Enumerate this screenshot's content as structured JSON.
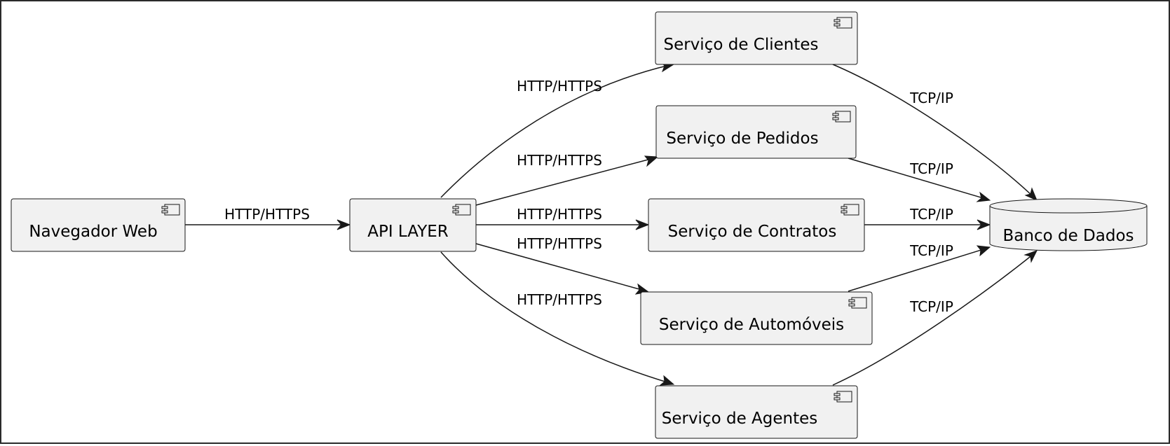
{
  "diagram": {
    "nodes": {
      "browser": {
        "label": "Navegador Web",
        "kind": "component"
      },
      "api": {
        "label": "API LAYER",
        "kind": "component"
      },
      "clientes": {
        "label": "Serviço de Clientes",
        "kind": "component"
      },
      "pedidos": {
        "label": "Serviço de Pedidos",
        "kind": "component"
      },
      "contratos": {
        "label": "Serviço de Contratos",
        "kind": "component"
      },
      "automoveis": {
        "label": "Serviço de Automóveis",
        "kind": "component"
      },
      "agentes": {
        "label": "Serviço de Agentes",
        "kind": "component"
      },
      "database": {
        "label": "Banco de Dados",
        "kind": "database"
      }
    },
    "edges": [
      {
        "id": "browser-api",
        "from": "browser",
        "to": "api",
        "label": "HTTP/HTTPS"
      },
      {
        "id": "api-clientes",
        "from": "api",
        "to": "clientes",
        "label": "HTTP/HTTPS"
      },
      {
        "id": "api-pedidos",
        "from": "api",
        "to": "pedidos",
        "label": "HTTP/HTTPS"
      },
      {
        "id": "api-contratos",
        "from": "api",
        "to": "contratos",
        "label": "HTTP/HTTPS"
      },
      {
        "id": "api-automoveis",
        "from": "api",
        "to": "automoveis",
        "label": "HTTP/HTTPS"
      },
      {
        "id": "api-agentes",
        "from": "api",
        "to": "agentes",
        "label": "HTTP/HTTPS"
      },
      {
        "id": "clientes-db",
        "from": "clientes",
        "to": "database",
        "label": "TCP/IP"
      },
      {
        "id": "pedidos-db",
        "from": "pedidos",
        "to": "database",
        "label": "TCP/IP"
      },
      {
        "id": "contratos-db",
        "from": "contratos",
        "to": "database",
        "label": "TCP/IP"
      },
      {
        "id": "automoveis-db",
        "from": "automoveis",
        "to": "database",
        "label": "TCP/IP"
      },
      {
        "id": "agentes-db",
        "from": "agentes",
        "to": "database",
        "label": "TCP/IP"
      }
    ],
    "colors": {
      "node_fill": "#f1f1f1",
      "stroke": "#181818",
      "frame": "#2a2a2a",
      "background": "#ffffff"
    }
  }
}
